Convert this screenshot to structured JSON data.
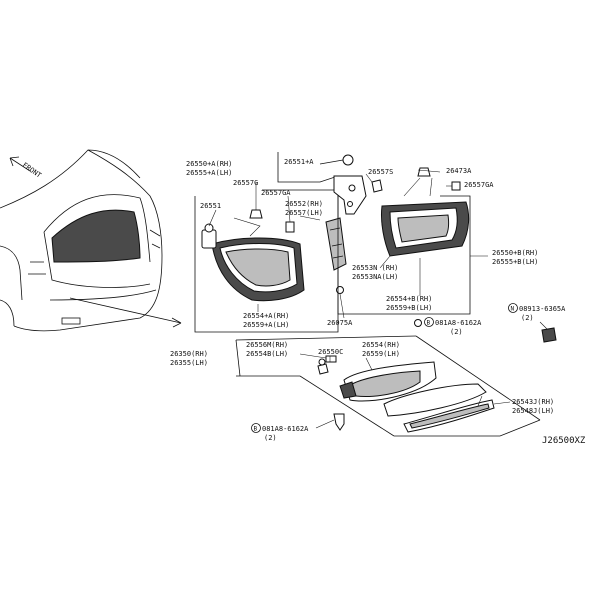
{
  "diagram": {
    "front_label": "FRONT",
    "diagram_code": "J26500XZ",
    "labels": {
      "l26550a": "26550+A(RH)",
      "l26555a": "26555+A(LH)",
      "l26557g": "26557G",
      "l26557ga_left": "26557GA",
      "l26551": "26551",
      "l26552": "26552(RH)",
      "l26557": "26557(LH)",
      "l26554a": "26554+A(RH)",
      "l26559a": "26559+A(LH)",
      "l26075a": "26075A",
      "l26551a": "26551+A",
      "l26557s": "26557S",
      "l26473a": "26473A",
      "l26557ga_right": "26557GA",
      "l26553n": "26553N (RH)",
      "l26553na": "26553NA(LH)",
      "l26554b": "26554+B(RH)",
      "l26559b": "26559+B(LH)",
      "l26550b": "26550+B(RH)",
      "l26555b": "26555+B(LH)",
      "l26350": "26350(RH)",
      "l26355": "26355(LH)",
      "l26556m": "26556M(RH)",
      "l26554b_lower": "26554B(LH)",
      "l26550c": "26550C",
      "l26554": "26554(RH)",
      "l26559": "26559(LH)",
      "l26543j": "26543J(RH)",
      "l26548j": "26548J(LH)",
      "bolt_top_code": "081A8-6162A",
      "bolt_top_qty": "(2)",
      "bolt_bottom_code": "081A8-6162A",
      "bolt_bottom_qty": "(2)",
      "nut_code": "08913-6365A",
      "nut_qty": "(2)",
      "bolt_symbol": "B",
      "nut_symbol": "N"
    }
  }
}
